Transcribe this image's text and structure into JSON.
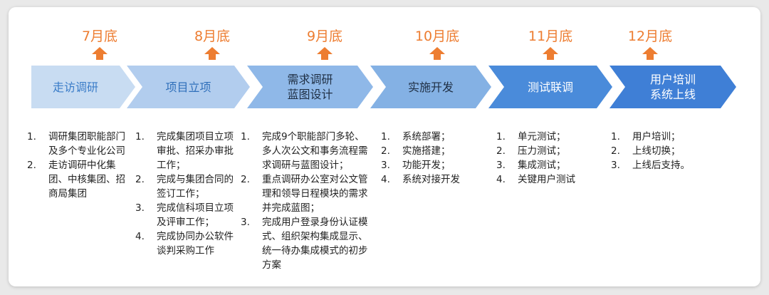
{
  "stages": [
    {
      "label": "走访调研",
      "month": "7月底",
      "color": "#c8dcf2",
      "text_color": "#3a7cc8",
      "items": [
        "调研集团职能部门及多个专业化公司",
        "走访调研中化集团、中核集团、招商局集团"
      ]
    },
    {
      "label": "项目立项",
      "month": "8月底",
      "color": "#b2cdee",
      "text_color": "#2f6fba",
      "items": [
        "完成集团项目立项审批、招采办审批工作；",
        "完成与集团合同的签订工作；",
        "完成信科项目立项及评审工作；",
        "完成协同办公软件谈判采购工作"
      ]
    },
    {
      "label": "需求调研\n蓝图设计",
      "month": "9月底",
      "color": "#8fb8e8",
      "text_color": "#1f2f44",
      "items": [
        "完成9个职能部门多轮、多人次公文和事务流程需求调研与蓝图设计；",
        "重点调研办公室对公文管理和领导日程模块的需求并完成蓝图；",
        "完成用户登录身份认证模式、组织架构集成显示、统一待办集成模式的初步方案"
      ]
    },
    {
      "label": "实施开发",
      "month": "10月底",
      "color": "#84b1e4",
      "text_color": "#1f2f44",
      "items": [
        "系统部署；",
        "实施搭建；",
        "功能开发；",
        "系统对接开发"
      ]
    },
    {
      "label": "测试联调",
      "month": "11月底",
      "color": "#4a8bda",
      "text_color": "#ffffff",
      "items": [
        "单元测试；",
        "压力测试；",
        "集成测试；",
        "关键用户测试"
      ]
    },
    {
      "label": "用户培训\n系统上线",
      "month": "12月底",
      "color": "#3f7fd6",
      "text_color": "#ffffff",
      "items": [
        "用户培训；",
        "上线切换；",
        "上线后支持。"
      ]
    }
  ],
  "accent_color": "#ed7d31"
}
